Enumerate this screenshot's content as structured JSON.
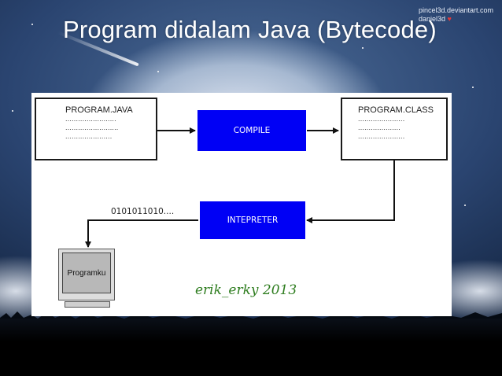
{
  "slide": {
    "title": "Program didalam Java (Bytecode)",
    "watermark_line1": "pincel3d.deviantart.com",
    "watermark_line2": "daniel3d"
  },
  "diagram": {
    "source_box": {
      "label": "PROGRAM.JAVA",
      "lines": [
        "........................",
        ".........................",
        "......................"
      ]
    },
    "compile_label": "COMPILE",
    "class_box": {
      "label": "PROGRAM.CLASS",
      "lines": [
        "......................",
        "....................",
        "......................"
      ]
    },
    "interpreter_label": "INTEPRETER",
    "binary_text": "0101011010....",
    "monitor_label": "Programku",
    "signature": "erik_erky 2013",
    "colors": {
      "process_box": "#0000f5",
      "signature": "#2e7d1f"
    }
  }
}
